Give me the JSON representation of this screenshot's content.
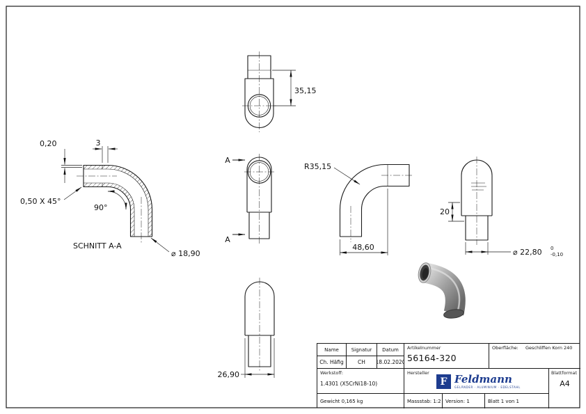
{
  "drawing": {
    "schnitt_label": "SCHNITT A-A",
    "section_letter": "A",
    "dim_020": "0,20",
    "dim_3": "3",
    "chamfer": "0,50 X 45°",
    "angle_90": "90°",
    "dia_1890": "⌀ 18,90",
    "dim_3515": "35,15",
    "radius_3515": "R35,15",
    "dim_4860": "48,60",
    "dim_20": "20",
    "dia_2280": "⌀ 22,80",
    "tol_upper": "0",
    "tol_lower": "-0,10",
    "dim_2690": "26,90"
  },
  "titleblock": {
    "name_label": "Name",
    "signatur_label": "Signatur",
    "datum_label": "Datum",
    "name": "Ch. Häfig",
    "signatur": "CH",
    "datum": "18.02.2020",
    "artikelnummer_label": "Artikelnummer",
    "artikelnummer": "56164-320",
    "oberflaeche_label": "Oberfläche:",
    "oberflaeche": "Geschliffen Korn 240",
    "werkstoff_label": "Werkstoff:",
    "werkstoff": "1.4301 (X5CrNi18-10)",
    "hersteller_label": "Hersteller",
    "blattformat_label": "Blattformat",
    "blattformat": "A4",
    "gewicht": "Gewicht 0,165 kg",
    "massstab": "Massstab: 1:2",
    "version": "Version: 1",
    "blatt": "Blatt 1 von 1"
  },
  "logo": {
    "initial": "F",
    "name": "Feldmann",
    "tagline": "GELÄNDER · ALUMINIUM · EDELSTAHL",
    "color": "#1d3c8f"
  }
}
